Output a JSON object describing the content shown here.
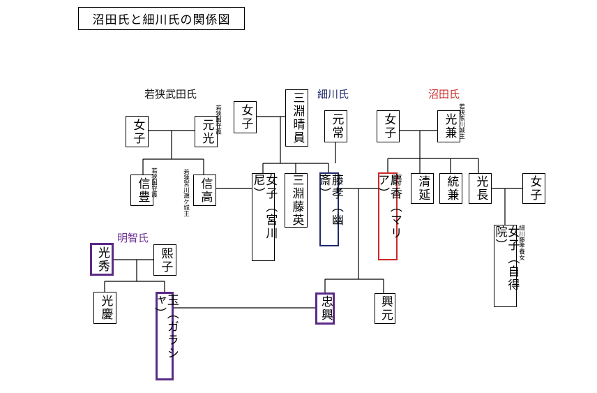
{
  "title": "沼田氏と細川氏の関係図",
  "clans": {
    "wakasa_takeda": "若狭武田氏",
    "hosokawa": "細川氏",
    "numata": "沼田氏",
    "akechi": "明智氏"
  },
  "colors": {
    "hosokawa": "#1f2a6b",
    "numata": "#cc2a2a",
    "akechi": "#6b2f92",
    "line": "#000000"
  },
  "persons": {
    "nyoshi_wakasa": "女子",
    "motomitsu": "元光",
    "nobutoyo": "信豊",
    "nobutaka": "信高",
    "nyoshi_top": "女子",
    "mibuchi_harukazu": "三淵晴員",
    "motonobu": "元常",
    "nyoshi_miyagawa": "女子（宮川尼）",
    "mibuchi_fujihide": "三淵藤英",
    "fujitaka": "藤孝（幽斎）",
    "nyoshi_numata": "女子",
    "mitsukane": "光兼",
    "jakou": "麝香（マリア）",
    "kiyonobu": "清延",
    "munekane": "統兼",
    "mitsunaga": "光長",
    "nyoshi_right": "女子",
    "nyoshi_jitokuin": "女子（自得院）",
    "mitsuhide": "光秀",
    "hiroko": "熙子",
    "mitsuyoshi": "光慶",
    "tama": "玉（ガラシャ）",
    "tadaoki": "忠興",
    "okimoto": "興元"
  },
  "notes": {
    "motomitsu": "若狭国守護",
    "nobutoyo": "若狭国守護",
    "nobutaka": "若狭宮川瀬ケ城主",
    "mitsukane": "若狭熊川城主",
    "jitokuin": "細川藤孝養女"
  }
}
